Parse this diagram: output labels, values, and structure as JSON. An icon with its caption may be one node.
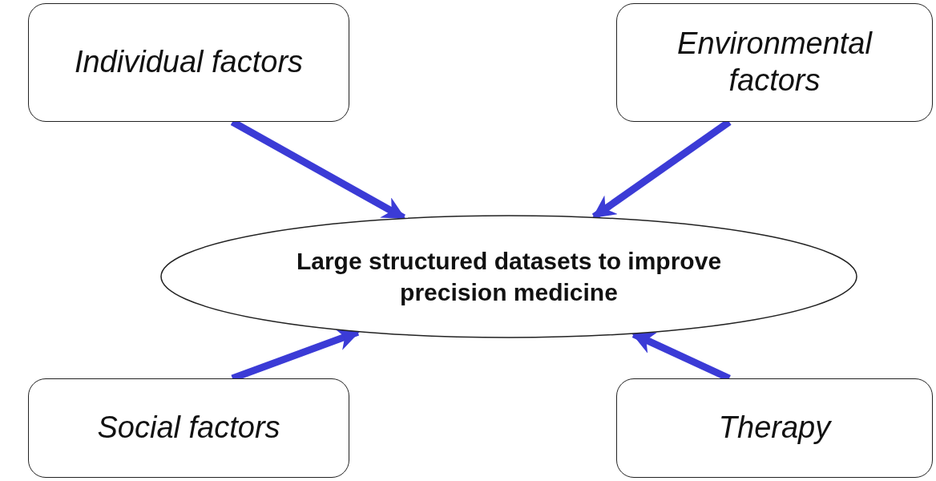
{
  "diagram": {
    "nodes": [
      {
        "text": [
          "Individual factors"
        ]
      },
      {
        "text": [
          "Environmental factors"
        ]
      },
      {
        "text": [
          "Large structured datasets to improve precision medicine"
        ]
      },
      {
        "text": [
          "Social factors"
        ]
      },
      {
        "text": [
          "Therapy"
        ]
      }
    ],
    "edges": [
      {
        "from": 0,
        "to": 2,
        "arrow": "to"
      },
      {
        "from": 1,
        "to": 2,
        "arrow": "to"
      },
      {
        "from": 3,
        "to": 2,
        "arrow": "to"
      },
      {
        "from": 4,
        "to": 2,
        "arrow": "to"
      }
    ]
  }
}
